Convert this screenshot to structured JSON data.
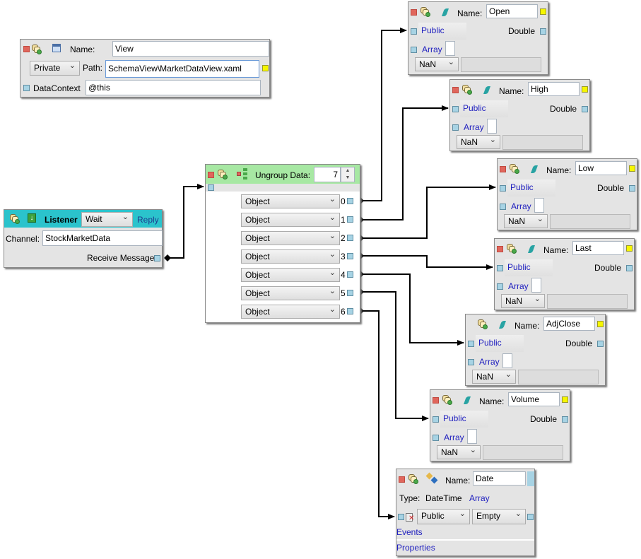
{
  "view_node": {
    "name_label": "Name:",
    "name_value": "View",
    "access": "Private",
    "path_label": "Path:",
    "path_value": "SchemaView\\MarketDataView.xaml",
    "datacontext_label": "DataContext",
    "datacontext_value": "@this"
  },
  "listener_node": {
    "title": "Listener",
    "mode": "Wait",
    "reply": "Reply",
    "channel_label": "Channel:",
    "channel_value": "StockMarketData",
    "receive_label": "Receive Message"
  },
  "ungroup_node": {
    "title": "Ungroup Data:",
    "count": "7",
    "outputs": [
      {
        "type": "Object",
        "index": "0"
      },
      {
        "type": "Object",
        "index": "1"
      },
      {
        "type": "Object",
        "index": "2"
      },
      {
        "type": "Object",
        "index": "3"
      },
      {
        "type": "Object",
        "index": "4"
      },
      {
        "type": "Object",
        "index": "5"
      },
      {
        "type": "Object",
        "index": "6"
      }
    ]
  },
  "field_nodes": [
    {
      "name_label": "Name:",
      "name": "Open",
      "access": "Public",
      "type": "Double",
      "array": "Array",
      "default": "NaN"
    },
    {
      "name_label": "Name:",
      "name": "High",
      "access": "Public",
      "type": "Double",
      "array": "Array",
      "default": "NaN"
    },
    {
      "name_label": "Name:",
      "name": "Low",
      "access": "Public",
      "type": "Double",
      "array": "Array",
      "default": "NaN"
    },
    {
      "name_label": "Name:",
      "name": "Last",
      "access": "Public",
      "type": "Double",
      "array": "Array",
      "default": "NaN"
    },
    {
      "name_label": "Name:",
      "name": "AdjClose",
      "access": "Public",
      "type": "Double",
      "array": "Array",
      "default": "NaN"
    },
    {
      "name_label": "Name:",
      "name": "Volume",
      "access": "Public",
      "type": "Double",
      "array": "Array",
      "default": "NaN"
    }
  ],
  "date_node": {
    "name_label": "Name:",
    "name": "Date",
    "type_label": "Type:",
    "type": "DateTime",
    "array": "Array",
    "access": "Public",
    "default": "Empty",
    "events": "Events",
    "properties": "Properties"
  },
  "colors": {
    "node_bg": "#e4e4e4",
    "listener_header": "#2bc3cc",
    "ungroup_header": "#a7e8a3",
    "link_blue": "#1f1fbf",
    "port_blue": "#a7d3e4",
    "close_red": "#e0665c",
    "marker_yellow": "#f6f600"
  }
}
